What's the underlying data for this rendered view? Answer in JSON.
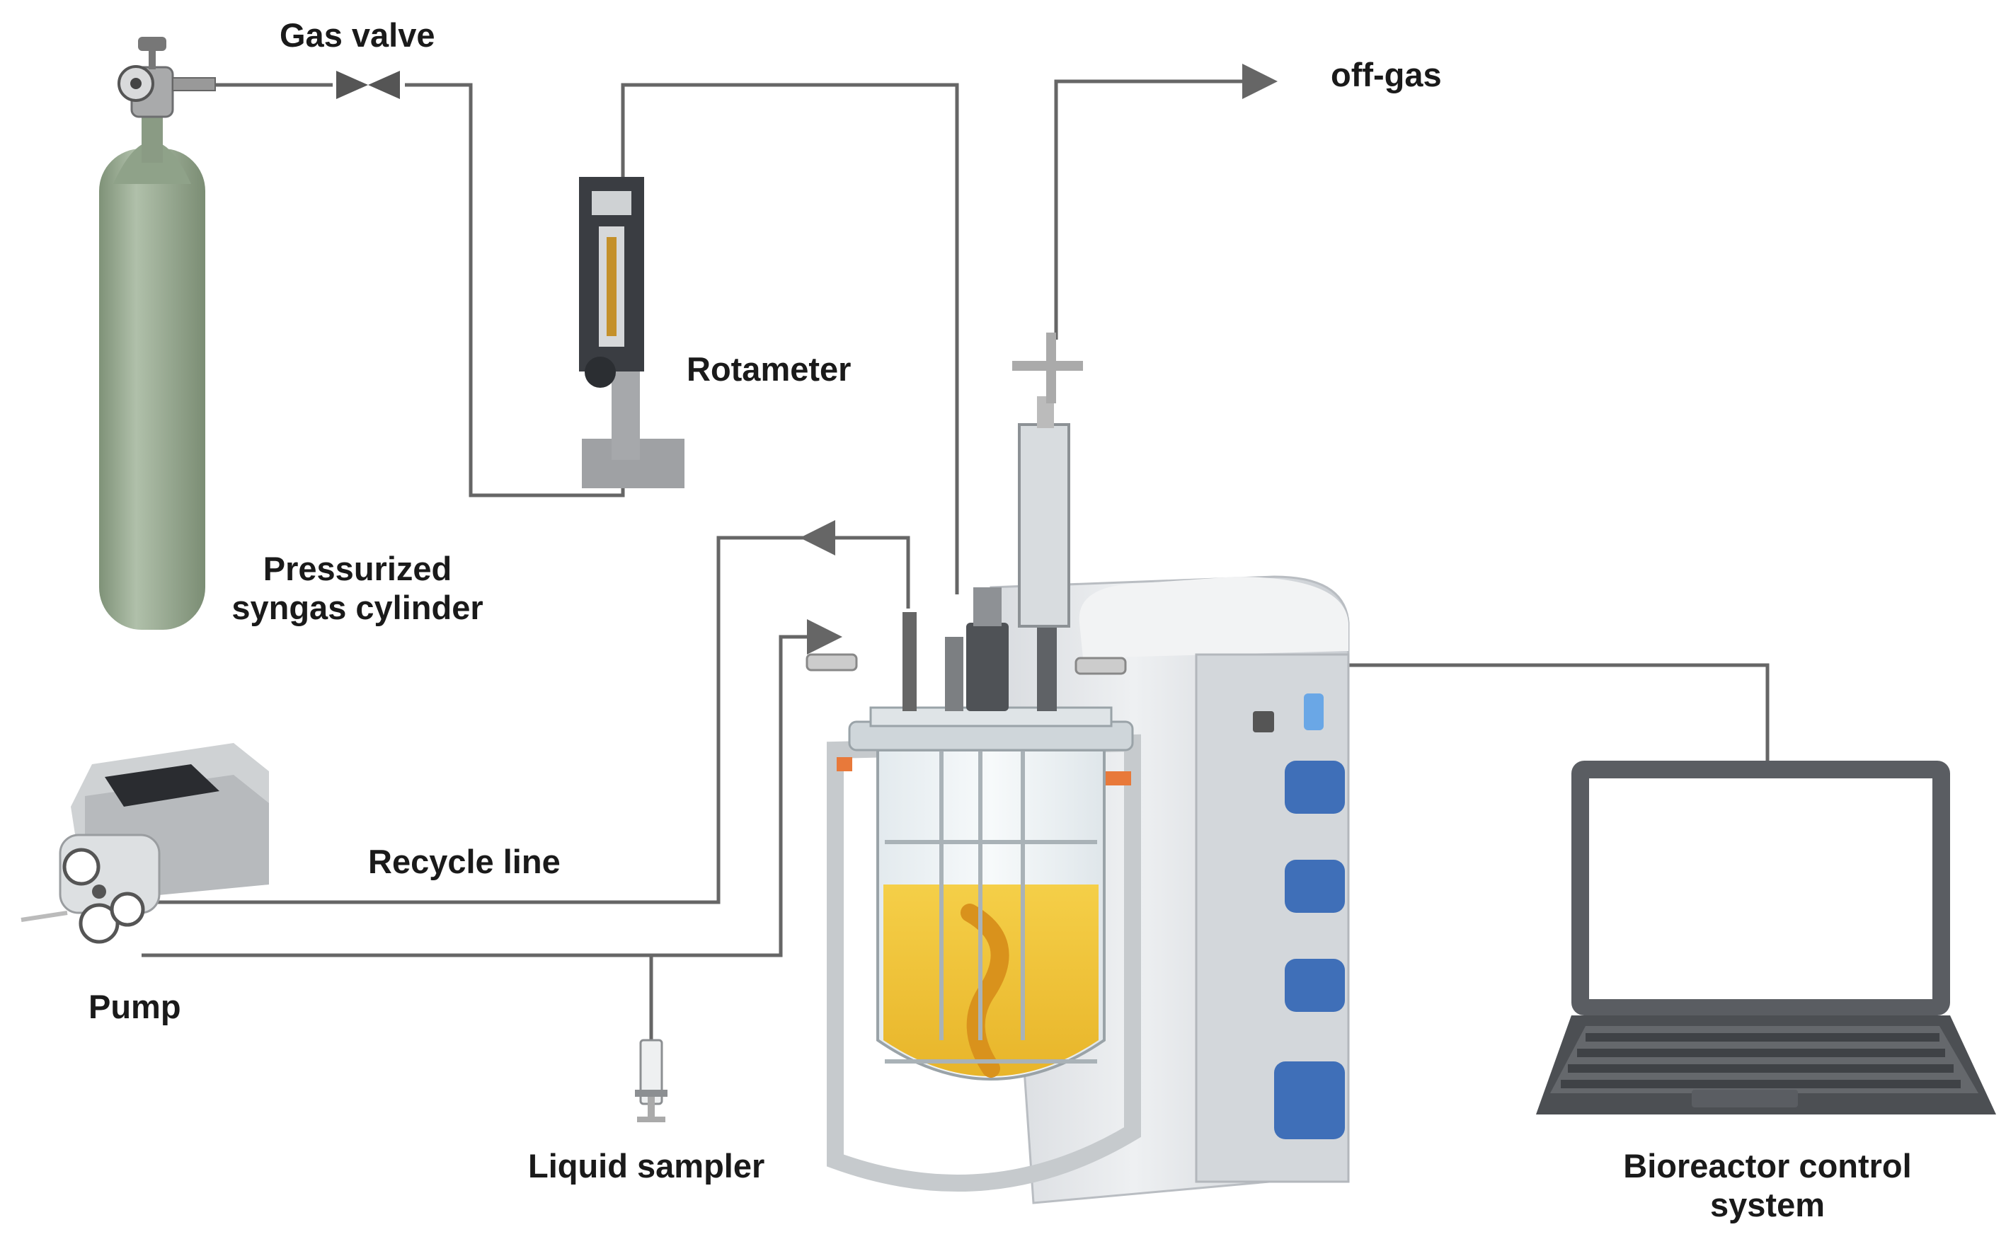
{
  "labels": {
    "gas_valve": "Gas valve",
    "off_gas": "off-gas",
    "rotameter": "Rotameter",
    "cylinder_line1": "Pressurized",
    "cylinder_line2": "syngas cylinder",
    "recycle_line": "Recycle line",
    "pump": "Pump",
    "liquid_sampler": "Liquid sampler",
    "control_line1": "Bioreactor control",
    "control_line2": "system"
  },
  "colors": {
    "line": "#666666",
    "cylinder": "#98aa92",
    "liquid": "#f2c43c",
    "unit_body": "#e6e8eb",
    "knob": "#3f6fb8",
    "laptop": "#5a5d62",
    "accent_orange": "#e8793a"
  },
  "icons": [
    "gas-cylinder-icon",
    "gas-valve-icon",
    "rotameter-icon",
    "peristaltic-pump-icon",
    "syringe-icon",
    "bioreactor-icon",
    "laptop-icon"
  ]
}
